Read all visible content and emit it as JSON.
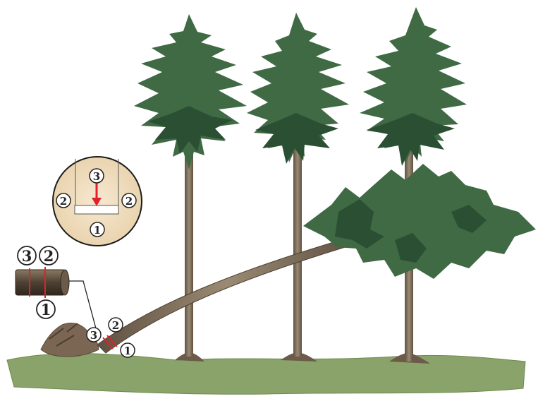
{
  "colors": {
    "foliage": "#3f6a44",
    "foliage_dark": "#2b4f33",
    "trunk": "#7b6a55",
    "ground": "#8aa36a",
    "cut_line": "#e0202a",
    "log_fill": "#5c4d3d"
  },
  "labels": {
    "cross_section_top": "3",
    "cross_section_left": "2",
    "cross_section_right": "2",
    "cross_section_bottom": "1",
    "log_label_3": "3",
    "log_label_2": "2",
    "log_label_1": "1",
    "stump_label_3": "3",
    "stump_label_2": "2",
    "stump_label_1": "1"
  }
}
